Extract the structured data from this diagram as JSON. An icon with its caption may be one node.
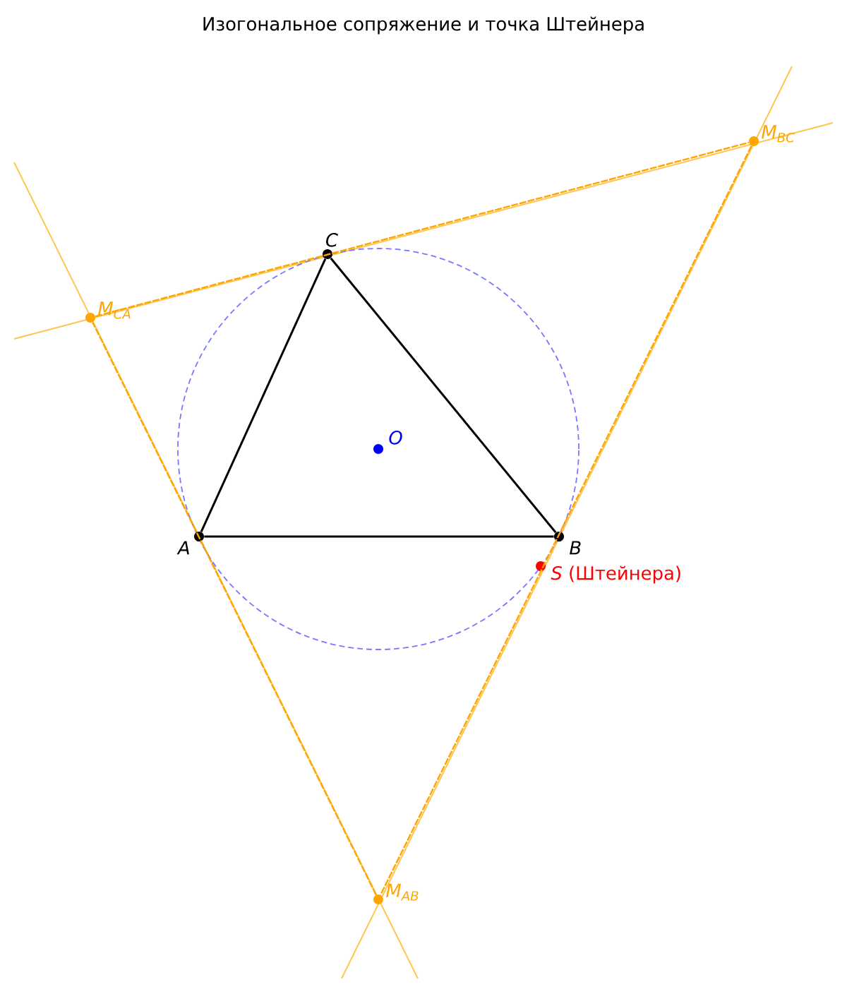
{
  "diagram": {
    "title": "Изогональное сопряжение и точка Штейнера",
    "nodes": [
      {
        "text": [],
        "shape": "circle",
        "beside": [
          "A"
        ]
      },
      {
        "text": [],
        "shape": "circle",
        "beside": [
          "B"
        ]
      },
      {
        "text": [],
        "shape": "circle",
        "beside": [
          "C"
        ]
      },
      {
        "text": [],
        "shape": "circle",
        "beside": [
          "O"
        ]
      },
      {
        "text": [],
        "shape": "circle",
        "beside": [
          "*S* (Штейнера)"
        ]
      },
      {
        "text": [],
        "shape": "circle",
        "beside": [
          "M$_{BC}$"
        ]
      },
      {
        "text": [],
        "shape": "circle",
        "beside": [
          "M$_{CA}$"
        ]
      },
      {
        "text": [],
        "shape": "circle",
        "beside": [
          "M$_{AB}$"
        ]
      }
    ],
    "edges": [
      {
        "from": 0,
        "to": 1,
        "arrow": "none"
      },
      {
        "from": 1,
        "to": 2,
        "arrow": "none"
      },
      {
        "from": 2,
        "to": 0,
        "arrow": "none"
      },
      {
        "from": 6,
        "to": 5,
        "arrow": "none",
        "style": "dashed",
        "color": "#ffa500"
      },
      {
        "from": 5,
        "to": 7,
        "arrow": "none",
        "style": "dashed",
        "color": "#ffa500"
      },
      {
        "from": 7,
        "to": 6,
        "arrow": "none",
        "style": "dashed",
        "color": "#ffa500"
      }
    ]
  }
}
